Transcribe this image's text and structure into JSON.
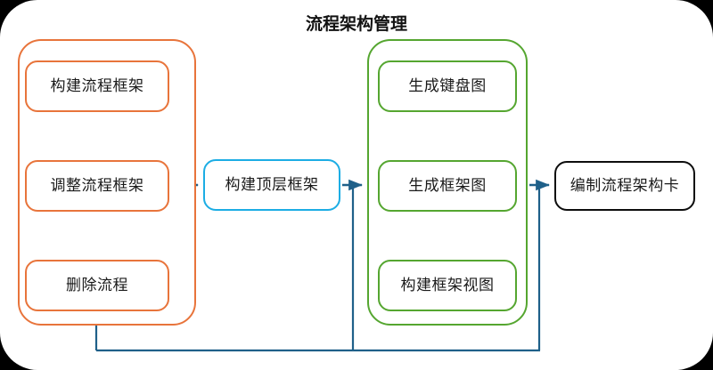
{
  "diagram": {
    "title": "流程架构管理",
    "colors": {
      "orange": "#E8743B",
      "green": "#55A630",
      "blue": "#1CADE4",
      "black": "#0D0D0D",
      "connector": "#1F6089",
      "background": "#FFFFFF",
      "frame": "#000000"
    },
    "groups": [
      {
        "name": "process-framework-group",
        "color": "#E8743B",
        "nodes": [
          {
            "id": "build-frame",
            "label": "构建流程框架"
          },
          {
            "id": "adjust-frame",
            "label": "调整流程框架"
          },
          {
            "id": "delete-proc",
            "label": "删除流程"
          }
        ]
      },
      {
        "name": "diagram-generation-group",
        "color": "#55A630",
        "nodes": [
          {
            "id": "keyboard-map",
            "label": "生成键盘图"
          },
          {
            "id": "frame-map",
            "label": "生成框架图"
          },
          {
            "id": "frame-view",
            "label": "构建框架视图"
          }
        ]
      }
    ],
    "standalone_nodes": [
      {
        "id": "top-frame",
        "label": "构建顶层框架",
        "color": "#1CADE4"
      },
      {
        "id": "arch-card",
        "label": "编制流程架构卡",
        "color": "#0D0D0D"
      }
    ],
    "connections": [
      {
        "from": "build-frame",
        "to": "adjust-frame",
        "kind": "arrow-down"
      },
      {
        "from": "adjust-frame",
        "to": "delete-proc",
        "kind": "arrow-down"
      },
      {
        "from": "process-framework-group",
        "to": "top-frame",
        "kind": "arrow-right"
      },
      {
        "from": "top-frame",
        "to": "diagram-generation-group",
        "kind": "arrow-right"
      },
      {
        "from": "diagram-generation-group",
        "to": "arch-card",
        "kind": "arrow-right"
      },
      {
        "from": "top-frame-junction",
        "to": "feedback-bus",
        "kind": "feedback-down"
      },
      {
        "from": "arch-card-junction",
        "to": "feedback-bus",
        "kind": "feedback-down"
      },
      {
        "from": "feedback-bus",
        "to": "process-framework-group",
        "kind": "feedback-up"
      }
    ]
  }
}
